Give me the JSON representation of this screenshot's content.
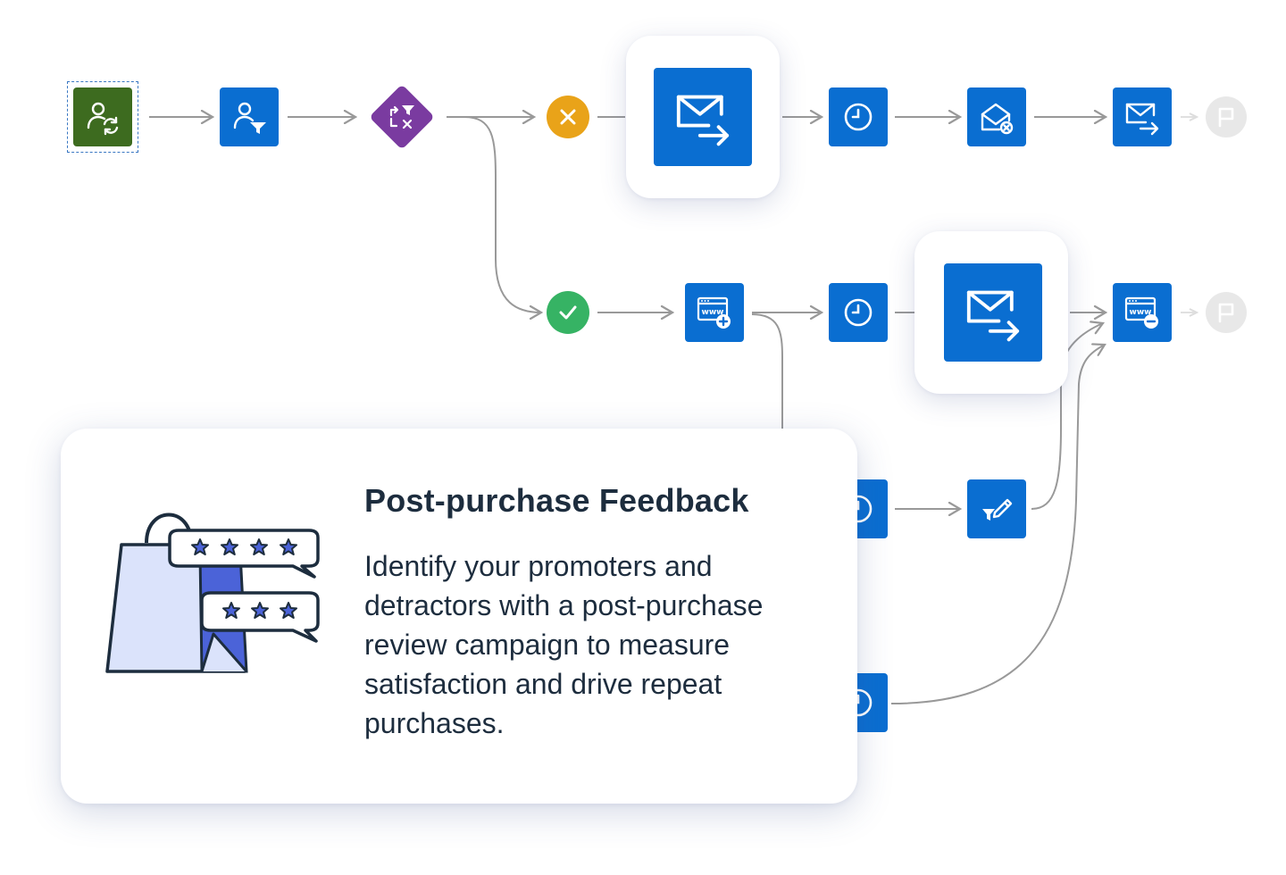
{
  "colors": {
    "node_blue": "#0a6ed1",
    "start_green": "#3d6b1f",
    "decision_purple": "#7a3ba0",
    "fail_orange": "#e9a319",
    "success_green": "#36b364",
    "end_grey": "#e8e8e8",
    "connector_grey": "#999999",
    "title_text": "#1d2d3e"
  },
  "flow": {
    "start": {
      "icon": "user-sync-icon"
    },
    "filter": {
      "icon": "user-filter-icon"
    },
    "decision": {
      "icon": "split-filter-icon"
    },
    "fail_branch": {
      "icon": "close-icon"
    },
    "success_branch": {
      "icon": "check-icon"
    },
    "top_row": [
      "send-email-icon",
      "wait-clock-icon",
      "email-opened-not-icon",
      "send-email-icon",
      "end-flag-icon"
    ],
    "middle_row": [
      "add-website-icon",
      "wait-clock-icon",
      "send-email-icon",
      "remove-website-icon",
      "end-flag-icon"
    ],
    "lower_row": [
      "wait-clock-icon",
      "filter-edit-icon"
    ],
    "bottom_row": [
      "wait-clock-icon"
    ]
  },
  "card": {
    "title": "Post-purchase Feedback",
    "description": "Identify your promoters and detractors with a post-purchase review campaign to measure satisfaction and drive repeat purchases.",
    "illustration": "shopping-bag-reviews-illustration"
  }
}
